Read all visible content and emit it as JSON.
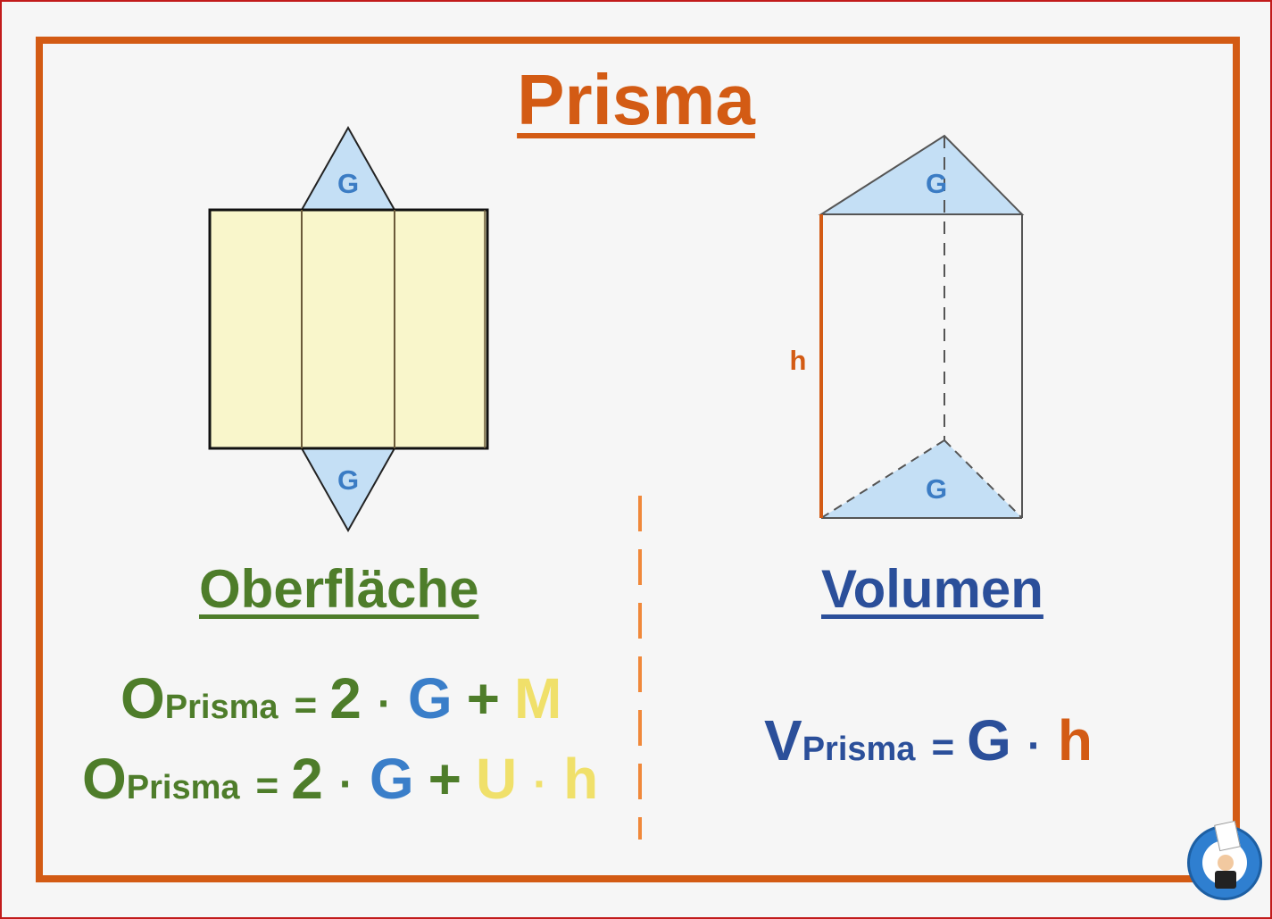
{
  "title": "Prisma",
  "net": {
    "top_label": "G",
    "bottom_label": "G"
  },
  "prism": {
    "top_label": "G",
    "bottom_label": "G",
    "height_label": "h"
  },
  "left": {
    "heading": "Oberfläche",
    "formula1": {
      "var": "O",
      "sub": "Prisma",
      "eq": "=",
      "two": "2",
      "dot": "·",
      "g": "G",
      "plus": "+",
      "m": "M"
    },
    "formula2": {
      "var": "O",
      "sub": "Prisma",
      "eq": "=",
      "two": "2",
      "dot1": "·",
      "g": "G",
      "plus": "+",
      "u": "U",
      "dot2": "·",
      "h": "h"
    }
  },
  "right": {
    "heading": "Volumen",
    "formula": {
      "var": "V",
      "sub": "Prisma",
      "eq": "=",
      "g": "G",
      "dot": "·",
      "h": "h"
    }
  },
  "colors": {
    "frame": "#d35b14",
    "green": "#4e7d2a",
    "blue": "#3a7ec9",
    "yellow": "#f0e06a",
    "navy": "#2b4f9a",
    "face_fill": "#f9f6cb",
    "base_fill": "#c4dff5"
  }
}
